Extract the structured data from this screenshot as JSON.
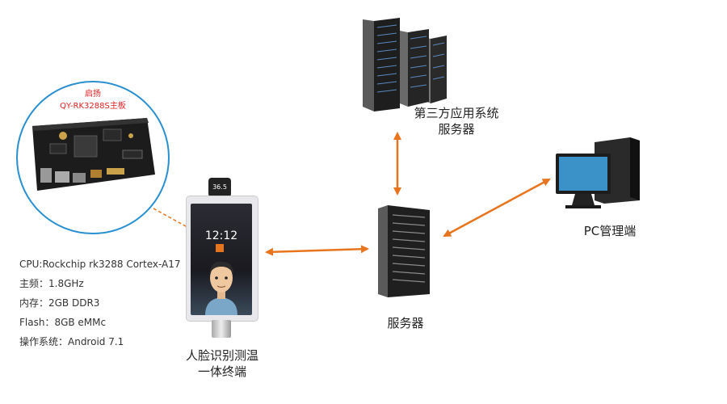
{
  "board": {
    "brand": "启扬",
    "model": "QY-RK3288S主板"
  },
  "specs": [
    "CPU:Rockchip rk3288 Cortex-A17",
    "主频：1.8GHz",
    "内存：2GB DDR3",
    "Flash：8GB eMMc",
    "操作系统：Android 7.1"
  ],
  "terminal": {
    "temperature": "36.5",
    "time": "12:12",
    "label_line1": "人脸识别测温",
    "label_line2": "一体终端"
  },
  "third_party": {
    "label_line1": "第三方应用系统",
    "label_line2": "服务器"
  },
  "server": {
    "label": "服务器"
  },
  "pc": {
    "label": "PC管理端"
  },
  "colors": {
    "arrow": "#e8741e",
    "circle_border": "#2a8fd0",
    "brand_text": "#d22"
  }
}
